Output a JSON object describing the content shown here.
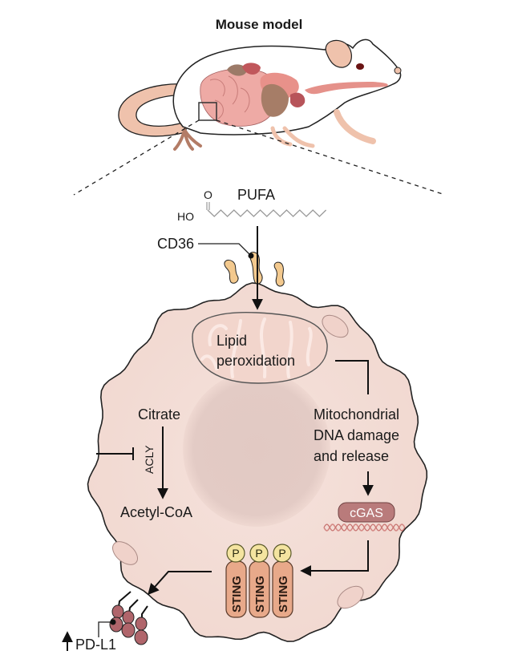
{
  "title": "Mouse model",
  "molecule": {
    "name": "PUFA",
    "oxygen_label": "O",
    "hydroxyl_label": "HO"
  },
  "labels": {
    "cd36": "CD36",
    "mitochondrion": [
      "Lipid",
      "peroxidation"
    ],
    "citrate": "Citrate",
    "enzyme": "ACLY",
    "acetyl_coa": "Acetyl-CoA",
    "mtdna": [
      "Mitochondrial",
      "DNA damage",
      "and release"
    ],
    "cgas": "cGAS",
    "sting": [
      "STING",
      "STING",
      "STING"
    ],
    "phospho": [
      "P",
      "P",
      "P"
    ],
    "pdl1": "PD-L1",
    "pdl1_arrow": "up-arrow"
  },
  "colors": {
    "cell": "#f3dcd5",
    "nucleus": "#e3cbc5",
    "sting": "#e8a98a",
    "phospho": "#f4e4a0",
    "cgas": "#b97b7b",
    "receptor": "#f3c98e",
    "pdl1": "#b0656b",
    "mouse_skin": "#efc2ac"
  }
}
